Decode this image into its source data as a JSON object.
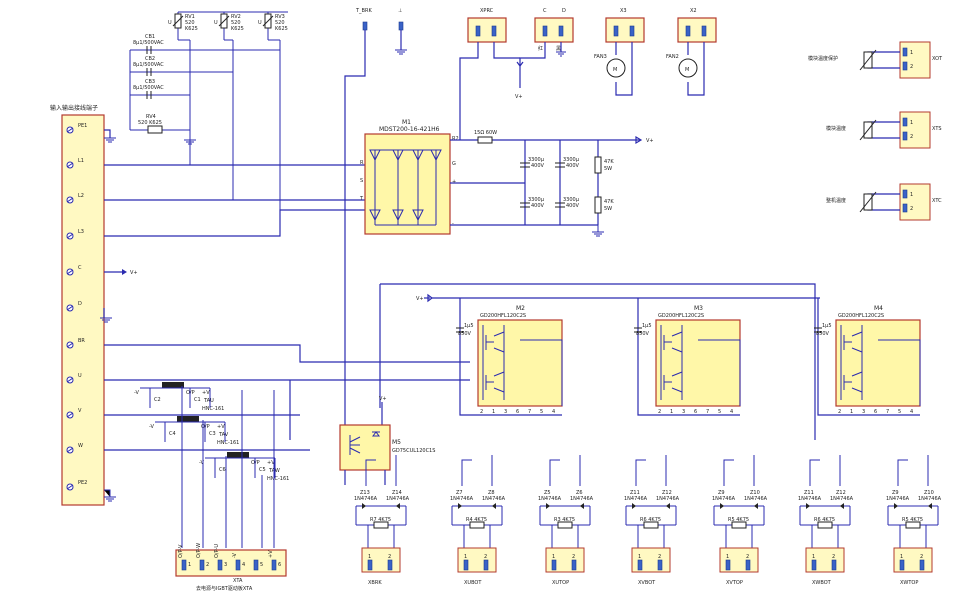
{
  "colors": {
    "wire": "#2b2bb0",
    "box_fill": "#fff7a8",
    "box_border": "#b33a2e",
    "pin": "#3a62c7"
  },
  "terminal_block": {
    "title": "输入输出接线端子",
    "terminals": [
      "PE1",
      "L1",
      "L2",
      "L3",
      "C",
      "D",
      "BR",
      "U",
      "V",
      "W",
      "PE2"
    ]
  },
  "top_labels": {
    "t_brk": "T_BRK",
    "ground": "⊥",
    "xprc": "XPRC",
    "c": "C",
    "d": "D",
    "red": "红",
    "black": "黑",
    "x3": "X3",
    "x2": "X2",
    "vplus": "V+"
  },
  "varistors": [
    {
      "name": "RV1",
      "value": "520",
      "spec": "K625",
      "pin": "U"
    },
    {
      "name": "RV2",
      "value": "520",
      "spec": "K625",
      "pin": "U"
    },
    {
      "name": "RV3",
      "value": "520",
      "spec": "K625",
      "pin": "U"
    }
  ],
  "capacitors_in": [
    {
      "name": "CB1",
      "value": "8μ1/500VAC"
    },
    {
      "name": "CB2",
      "value": "8μ1/500VAC"
    },
    {
      "name": "CB3",
      "value": "8μ1/500VAC"
    }
  ],
  "rv4": {
    "name": "RV4",
    "spec": "520 K625"
  },
  "bridge": {
    "name": "M1",
    "part": "MDST200-16-421H6",
    "pins": [
      "R",
      "S",
      "T",
      "R2",
      "G",
      "+",
      "-"
    ]
  },
  "shunt": {
    "value": "15Ω 60W"
  },
  "dc_bus_caps": [
    {
      "value": "3300μ",
      "volt": "400V"
    },
    {
      "value": "3300μ",
      "volt": "400V"
    },
    {
      "value": "3300μ",
      "volt": "400V"
    },
    {
      "value": "3300μ",
      "volt": "400V"
    }
  ],
  "bleed_res": [
    {
      "value": "47K",
      "power": "5W"
    },
    {
      "value": "47K",
      "power": "5W"
    }
  ],
  "fans": [
    {
      "name": "FAN3"
    },
    {
      "name": "FAN2"
    }
  ],
  "right_sensors": [
    {
      "label": "模块温度保护",
      "conn": "XOT"
    },
    {
      "label": "模块温度",
      "conn": "XTS"
    },
    {
      "label": "整机温度",
      "conn": "XTC"
    }
  ],
  "igbt_modules": [
    {
      "name": "M2",
      "part": "GD200HFL120C2S"
    },
    {
      "name": "M3",
      "part": "GD200HFL120C2S"
    },
    {
      "name": "M4",
      "part": "GD200HFL120C2S"
    }
  ],
  "snubber_caps": [
    {
      "value": "1μ5",
      "volt": "850V"
    },
    {
      "value": "1μ5",
      "volt": "850V"
    },
    {
      "value": "1μ5",
      "volt": "850V"
    }
  ],
  "brake": {
    "name": "M5",
    "part": "GD75CUL120C1S",
    "vplus": "V+"
  },
  "vplus_bus": "V+",
  "sensors_hall": [
    {
      "name": "TAU",
      "part": "HNC-161",
      "c1": "C2",
      "c2": "C1",
      "minus": "-V",
      "plus": "+V",
      "op": "O/P"
    },
    {
      "name": "TAV",
      "part": "HNC-161",
      "c1": "C4",
      "c2": "C3",
      "minus": "-V",
      "plus": "+V",
      "op": "O/P"
    },
    {
      "name": "TAW",
      "part": "HNC-161",
      "c1": "C6",
      "c2": "C5",
      "minus": "-V",
      "plus": "+V",
      "op": "O/P"
    }
  ],
  "xta": {
    "title": "去电源与IGBT驱动板XTA",
    "name": "XTA",
    "pins": [
      "1",
      "2",
      "3",
      "4",
      "5",
      "6"
    ],
    "pin_labels": [
      "O/P-V",
      "O/P-W",
      "O/P-U",
      "-V",
      "",
      "+V"
    ]
  },
  "gate_drivers": [
    {
      "z1": "Z13",
      "z2": "Z14",
      "diode": "1N4746A",
      "r": "R7",
      "rv": "4K75",
      "conn": "XBRK"
    },
    {
      "z1": "Z7",
      "z2": "Z8",
      "diode": "1N4746A",
      "r": "R4",
      "rv": "4K75",
      "conn": "XUBOT"
    },
    {
      "z1": "Z5",
      "z2": "Z6",
      "diode": "1N4746A",
      "r": "R3",
      "rv": "4K75",
      "conn": "XUTOP"
    },
    {
      "z1": "Z11",
      "z2": "Z12",
      "diode": "1N4746A",
      "r": "R6",
      "rv": "4K75",
      "conn": "XVBOT"
    },
    {
      "z1": "Z9",
      "z2": "Z10",
      "diode": "1N4746A",
      "r": "R5",
      "rv": "4K75",
      "conn": "XVTOP"
    },
    {
      "z1": "Z11",
      "z2": "Z12",
      "diode": "1N4746A",
      "r": "R6",
      "rv": "4K75",
      "conn": "XWBOT"
    },
    {
      "z1": "Z9",
      "z2": "Z10",
      "diode": "1N4746A",
      "r": "R5",
      "rv": "4K75",
      "conn": "XWTOP"
    }
  ],
  "pin12": [
    "1",
    "2"
  ]
}
